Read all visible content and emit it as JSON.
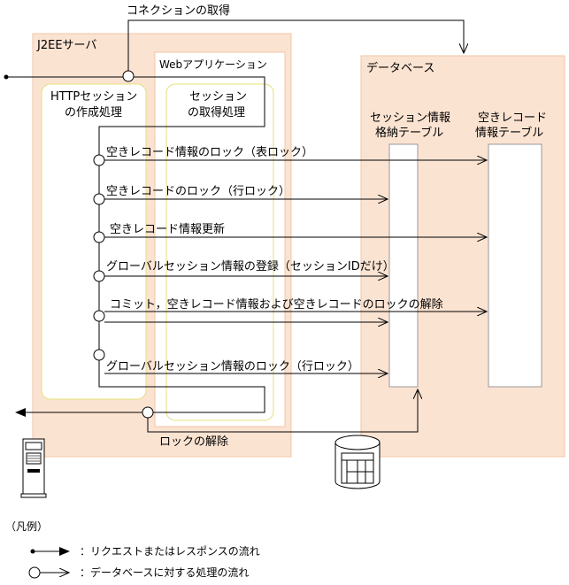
{
  "labels": {
    "connection_acquire": "コネクションの取得",
    "j2ee_server": "J2EEサーバ",
    "web_application": "Webアプリケーション",
    "database": "データベース",
    "http_session_line1": "HTTPセッション",
    "http_session_line2": "の作成処理",
    "session_acquire_line1": "セッション",
    "session_acquire_line2": "の取得処理",
    "session_table_line1": "セッション情報",
    "session_table_line2": "格納テーブル",
    "free_record_table_line1": "空きレコード",
    "free_record_table_line2": "情報テーブル",
    "lock_release": "ロックの解除"
  },
  "steps": [
    {
      "label": "空きレコード情報のロック（表ロック）",
      "target": "free-record-table"
    },
    {
      "label": "空きレコードのロック（行ロック）",
      "target": "session-table"
    },
    {
      "label": "空きレコード情報更新",
      "target": "free-record-table"
    },
    {
      "label": "グローバルセッション情報の登録（セッションIDだけ）",
      "target": "session-table"
    },
    {
      "label": "コミット，空きレコード情報および空きレコードのロックの解除",
      "target": "both"
    },
    {
      "label": "グローバルセッション情報のロック（行ロック）",
      "target": "session-table"
    }
  ],
  "legend": {
    "title": "（凡例）",
    "request_response": "：リクエストまたはレスポンスの流れ",
    "db_processing": "：データベースに対する処理の流れ"
  },
  "colors": {
    "container_fill": "#fbe3d2",
    "container_stroke": "#f2c6a6",
    "inner_stroke": "#e4e07a",
    "line": "#000000"
  }
}
